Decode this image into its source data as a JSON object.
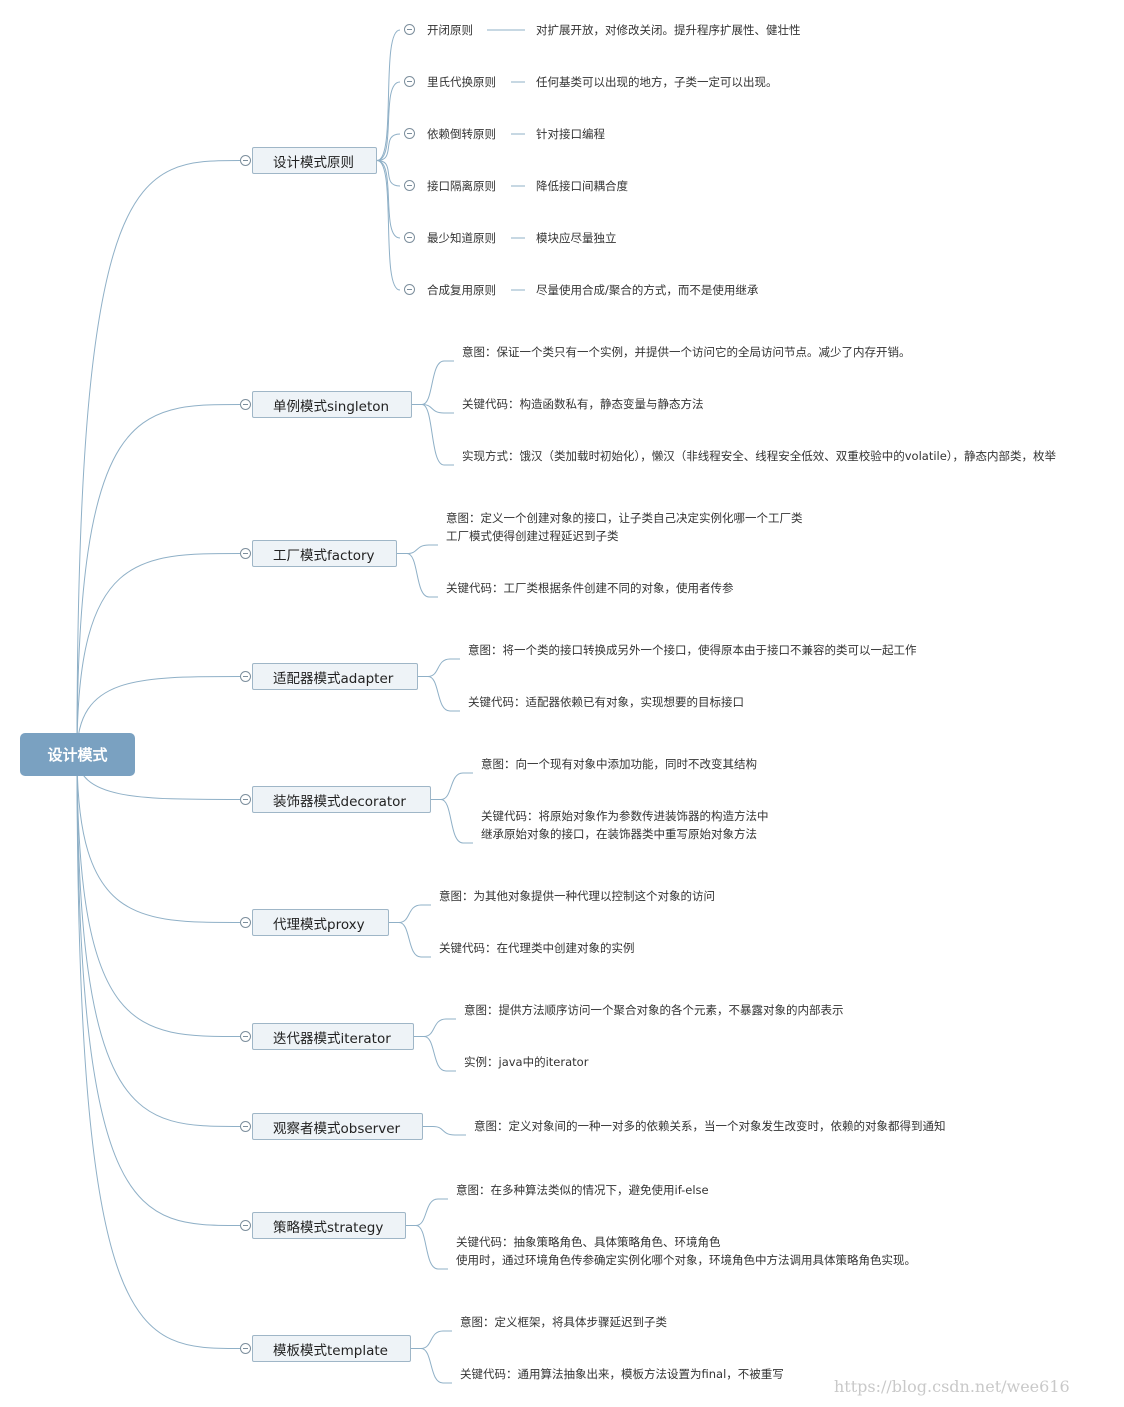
{
  "root": "设计模式",
  "categories": [
    {
      "label": "设计模式原则",
      "children": [
        {
          "name": "开闭原则",
          "detail": "对扩展开放，对修改关闭。提升程序扩展性、健壮性"
        },
        {
          "name": "里氏代换原则",
          "detail": "任何基类可以出现的地方，子类一定可以出现。"
        },
        {
          "name": "依赖倒转原则",
          "detail": "针对接口编程"
        },
        {
          "name": "接口隔离原则",
          "detail": "降低接口间耦合度"
        },
        {
          "name": "最少知道原则",
          "detail": "模块应尽量独立"
        },
        {
          "name": "合成复用原则",
          "detail": "尽量使用合成/聚合的方式，而不是使用继承"
        }
      ]
    },
    {
      "label": "单例模式singleton",
      "children": [
        {
          "lines": [
            "意图：保证一个类只有一个实例，并提供一个访问它的全局访问节点。减少了内存开销。"
          ]
        },
        {
          "lines": [
            "关键代码：构造函数私有，静态变量与静态方法"
          ]
        },
        {
          "lines": [
            "实现方式：饿汉（类加载时初始化），懒汉（非线程安全、线程安全低效、双重校验中的volatile），静态内部类，枚举"
          ]
        }
      ]
    },
    {
      "label": "工厂模式factory",
      "children": [
        {
          "lines": [
            "意图：定义一个创建对象的接口，让子类自己决定实例化哪一个工厂类",
            "工厂模式使得创建过程延迟到子类"
          ]
        },
        {
          "lines": [
            "关键代码：工厂类根据条件创建不同的对象，使用者传参"
          ]
        }
      ]
    },
    {
      "label": "适配器模式adapter",
      "children": [
        {
          "lines": [
            "意图：将一个类的接口转换成另外一个接口，使得原本由于接口不兼容的类可以一起工作"
          ]
        },
        {
          "lines": [
            "关键代码：适配器依赖已有对象，实现想要的目标接口"
          ]
        }
      ]
    },
    {
      "label": "装饰器模式decorator",
      "children": [
        {
          "lines": [
            "意图：向一个现有对象中添加功能，同时不改变其结构"
          ]
        },
        {
          "lines": [
            "关键代码：将原始对象作为参数传进装饰器的构造方法中",
            "继承原始对象的接口，在装饰器类中重写原始对象方法"
          ]
        }
      ]
    },
    {
      "label": "代理模式proxy",
      "children": [
        {
          "lines": [
            "意图：为其他对象提供一种代理以控制这个对象的访问"
          ]
        },
        {
          "lines": [
            "关键代码：在代理类中创建对象的实例"
          ]
        }
      ]
    },
    {
      "label": "迭代器模式iterator",
      "children": [
        {
          "lines": [
            "意图：提供方法顺序访问一个聚合对象的各个元素，不暴露对象的内部表示"
          ]
        },
        {
          "lines": [
            "实例：java中的iterator"
          ]
        }
      ]
    },
    {
      "label": "观察者模式observer",
      "children": [
        {
          "lines": [
            "意图：定义对象间的一种一对多的依赖关系，当一个对象发生改变时，依赖的对象都得到通知"
          ]
        }
      ]
    },
    {
      "label": "策略模式strategy",
      "children": [
        {
          "lines": [
            "意图：在多种算法类似的情况下，避免使用if-else"
          ]
        },
        {
          "lines": [
            "关键代码：抽象策略角色、具体策略角色、环境角色",
            "使用时，通过环境角色传参确定实例化哪个对象，环境角色中方法调用具体策略角色实现。"
          ]
        }
      ]
    },
    {
      "label": "模板模式template",
      "children": [
        {
          "lines": [
            "意图：定义框架，将具体步骤延迟到子类"
          ]
        },
        {
          "lines": [
            "关键代码：通用算法抽象出来，模板方法设置为final，不被重写"
          ]
        }
      ]
    }
  ],
  "watermark": "https://blog.csdn.net/wee616",
  "colors": {
    "root_fill": "#7aa1c1",
    "node_fill": "#eef3f7",
    "node_border": "#9fb6c7",
    "link": "#8fb0c7"
  }
}
